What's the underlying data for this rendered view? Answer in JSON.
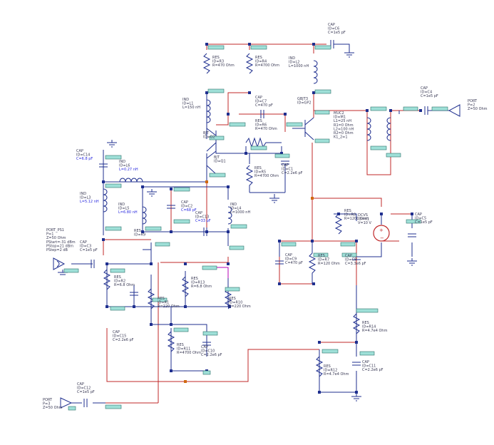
{
  "components": [
    {
      "id": "cap-c6",
      "lines": [
        "CAP",
        "ID=C6",
        "C=1e5 pF"
      ]
    },
    {
      "id": "res-r3",
      "lines": [
        "RES",
        "ID=R3",
        "R=470 Ohm"
      ]
    },
    {
      "id": "res-r4",
      "lines": [
        "RES",
        "ID=R4",
        "R=4700 Ohm"
      ]
    },
    {
      "id": "ind-l2",
      "lines": [
        "IND",
        "ID=L2",
        "L=1000 nH"
      ]
    },
    {
      "id": "ind-l1",
      "lines": [
        "IND",
        "ID=L1",
        "L=150 nH"
      ]
    },
    {
      "id": "cap-c7",
      "lines": [
        "CAP",
        "ID=C7",
        "C=470 pF"
      ]
    },
    {
      "id": "res-r6",
      "lines": [
        "RES",
        "ID=R6",
        "R=470 Ohm"
      ]
    },
    {
      "id": "gbjt-gp2",
      "lines": [
        "GBJT3",
        "ID=GP2"
      ]
    },
    {
      "id": "mut-m1",
      "lines": [
        "MUC2",
        "ID=M1",
        "L1=25 nH",
        "R1=0 Ohm",
        "L2=100 nH",
        "R2=0 Ohm",
        "K1_2=1"
      ]
    },
    {
      "id": "cap-c4",
      "lines": [
        "CAP",
        "ID=C4",
        "C=1e5 pF"
      ]
    },
    {
      "id": "port-p2",
      "lines": [
        "PORT",
        "P=2",
        "Z=50 Ohm"
      ]
    },
    {
      "id": "cap-c14",
      "lines": [
        "CAP",
        "ID=C14",
        "C=6.8 pF"
      ],
      "blue": 2
    },
    {
      "id": "ind-l6",
      "lines": [
        "IND",
        "ID=L6",
        "L=0.27 nH"
      ],
      "blue": 2
    },
    {
      "id": "res-r5",
      "lines": [
        "RES",
        "ID=R5",
        "R=4700 Ohm"
      ]
    },
    {
      "id": "cap-c1",
      "lines": [
        "CAP",
        "ID=C1",
        "C=2.2e6 pF"
      ]
    },
    {
      "id": "ind-l3",
      "lines": [
        "IND",
        "ID=L3",
        "L=5.12 nH"
      ],
      "blue": 2
    },
    {
      "id": "ind-l5",
      "lines": [
        "IND",
        "ID=L5",
        "L=6.80 nH"
      ],
      "blue": 2
    },
    {
      "id": "cap-c2",
      "lines": [
        "CAP",
        "ID=C2",
        "C=68 pF"
      ],
      "blue": 2
    },
    {
      "id": "cap-c13",
      "lines": [
        "CAP",
        "ID=C13",
        "C=33 pF"
      ],
      "blue": 2
    },
    {
      "id": "ind-l4",
      "lines": [
        "IND",
        "ID=L4",
        "L=1000 nH"
      ]
    },
    {
      "id": "res-r8",
      "lines": [
        "RES",
        "ID=R8",
        "R=1200 Ohm"
      ]
    },
    {
      "id": "dcvs-v1",
      "lines": [
        "DCVS",
        "ID=V1",
        "V=10 V"
      ]
    },
    {
      "id": "cap-c5",
      "lines": [
        "CAP",
        "ID=C5",
        "C=1e5 pF"
      ]
    },
    {
      "id": "port-ps1",
      "lines": [
        "PORT_PS1",
        "P=1",
        "Z=50 Ohm",
        "PStart=-31 dBm",
        "PStop=21 dBm",
        "PStep=2 dB"
      ]
    },
    {
      "id": "cap-c3",
      "lines": [
        "CAP",
        "ID=C3",
        "C=1e5 pF"
      ]
    },
    {
      "id": "bjt-q2",
      "lines": [
        "BJT",
        "ID=Q2"
      ]
    },
    {
      "id": "bjt-q1",
      "lines": [
        "BJT",
        "ID=Q1"
      ]
    },
    {
      "id": "res-r9",
      "lines": [
        "RES",
        "ID=R9"
      ]
    },
    {
      "id": "cap-c9",
      "lines": [
        "CAP",
        "ID=C9",
        "C=470 pF"
      ]
    },
    {
      "id": "res-r7",
      "lines": [
        "RES",
        "ID=R7",
        "R=120 Ohm"
      ]
    },
    {
      "id": "cap-c8",
      "lines": [
        "CAP",
        "ID=C8",
        "C=3.3e6 pF"
      ]
    },
    {
      "id": "res-r2",
      "lines": [
        "RES",
        "ID=R2",
        "R=6.8 Ohm"
      ]
    },
    {
      "id": "res-r1",
      "lines": [
        "RES",
        "ID=R1",
        "R=220 Ohm"
      ]
    },
    {
      "id": "res-r13",
      "lines": [
        "RES",
        "ID=R13",
        "R=6.8 Ohm"
      ]
    },
    {
      "id": "res-r10",
      "lines": [
        "RES",
        "ID=R10",
        "R=220 Ohm"
      ]
    },
    {
      "id": "cap-c15",
      "lines": [
        "CAP",
        "ID=C15",
        "C=2.2e6 pF"
      ]
    },
    {
      "id": "res-r11",
      "lines": [
        "RES",
        "ID=R11",
        "R=4700 Ohm"
      ]
    },
    {
      "id": "cap-c10",
      "lines": [
        "CAP",
        "ID=C10",
        "C=2.2e6 pF"
      ]
    },
    {
      "id": "res-r14",
      "lines": [
        "RES",
        "ID=R14",
        "R=4.7e4 Ohm"
      ]
    },
    {
      "id": "res-r12",
      "lines": [
        "RES",
        "ID=R12",
        "R=4.7e4 Ohm"
      ]
    },
    {
      "id": "cap-c11",
      "lines": [
        "CAP",
        "ID=C11",
        "C=2.2e6 pF"
      ]
    },
    {
      "id": "cap-c12",
      "lines": [
        "CAP",
        "ID=C12",
        "C=1e5 pF"
      ]
    },
    {
      "id": "port-p3",
      "lines": [
        "PORT",
        "P=3",
        "Z=50 Ohm"
      ]
    }
  ],
  "colors": {
    "wire_red": "#c0282a",
    "wire_blue": "#1f2f8f",
    "wire_magenta": "#b400b4",
    "tag_fill": "#9fe0d8",
    "node": "#1f2f8f",
    "node_orange": "#d06a10",
    "label": "#3a3a55",
    "label_blue": "#2a2adf"
  }
}
